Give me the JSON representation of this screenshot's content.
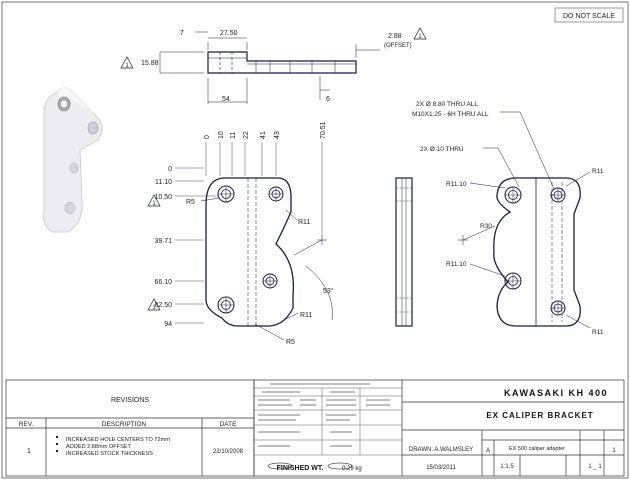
{
  "sheet": {
    "scale_note": "DO NOT SCALE"
  },
  "top_view": {
    "dims": [
      "7",
      "27.50",
      "15.88",
      "54",
      "6"
    ],
    "offset_value": "2.88",
    "offset_label": "(OFFSET)",
    "flag": "1"
  },
  "front_view": {
    "col_ords": [
      "0",
      "10",
      "11",
      "22",
      "41",
      "43",
      "70.51"
    ],
    "row_ords": [
      "0",
      "11.10",
      "10.50",
      "39.71",
      "66.10",
      "82.50",
      "94"
    ],
    "radii": [
      "R5",
      "R11",
      "R11",
      "R5"
    ],
    "angle": "53°",
    "flag": "1"
  },
  "right_view": {
    "hole_note_1": "2X Ø 8.80 THRU ALL",
    "hole_note_2": "M10X1.25 - 6H THRU ALL",
    "hole_note_3": "2X Ø 10 THRU",
    "radii": [
      "R11.10",
      "R11",
      "R30",
      "R11.10",
      "R11"
    ]
  },
  "revisions": {
    "title": "REVISIONS",
    "headers": [
      "REV.",
      "DESCRIPTION",
      "DATE"
    ],
    "rows": [
      {
        "rev": "1",
        "lines": [
          "INCREASED HOLE CENTERS TO 72mm",
          "ADDED 2.88mm OFFSET",
          "INCREASED STOCK THICKNESS"
        ],
        "date": "22/10/2008"
      }
    ]
  },
  "title_block": {
    "project": "KAWASAKI KH 400",
    "part": "EX CALIPER BRACKET",
    "drawn": "DRAWN: A.WALMSLEY",
    "date": "15/03/2011",
    "size": "A",
    "dwg_no": "EX 500 caliper adapter",
    "rev": "1",
    "scale": "1:1.5",
    "sheet": "1 _ 1",
    "finished_wt_label": "FINISHED WT.",
    "finished_wt_value": "0.29 kg"
  }
}
